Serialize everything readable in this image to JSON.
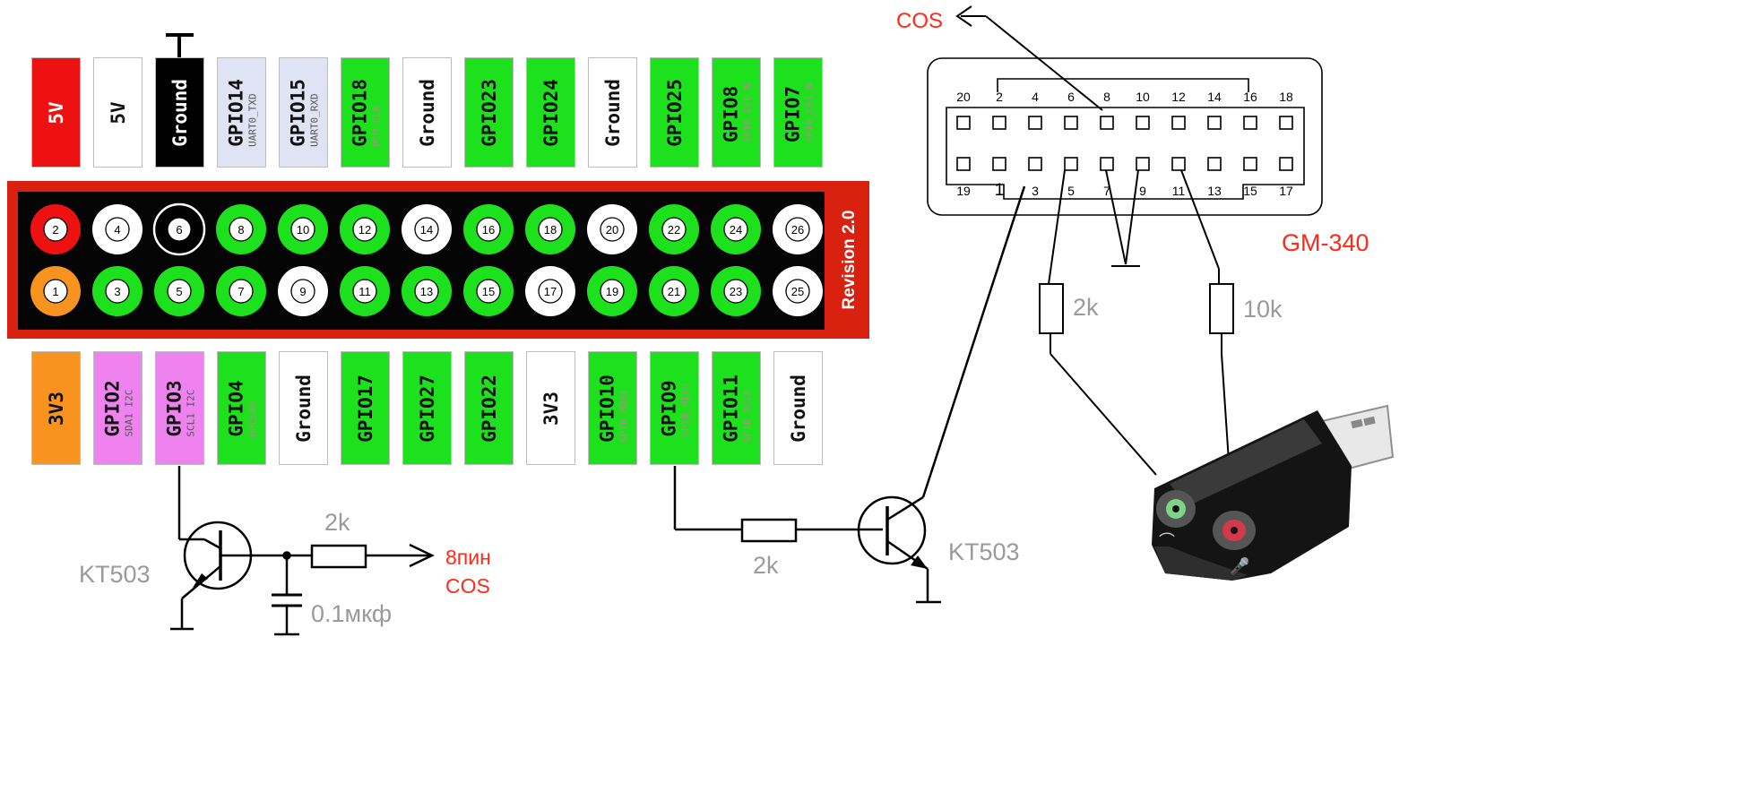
{
  "colors": {
    "green": "#1ee11e",
    "red": "#ee1111",
    "orange": "#f7931e",
    "pink": "#ee82ee",
    "lavender": "#dfe3f3",
    "white": "#ffffff",
    "black": "#000000",
    "board_red": "#d8210f",
    "board_black": "#050505",
    "annotation_red": "#ff2a1a",
    "annotation_gray": "#9a9a9a"
  },
  "header": {
    "top_labels": [
      {
        "main": "5V",
        "sub": "",
        "fill": "red"
      },
      {
        "main": "5V",
        "sub": "",
        "fill": "white"
      },
      {
        "main": "Ground",
        "sub": "",
        "fill": "black"
      },
      {
        "main": "GPIO14",
        "sub": "UART0_TXD",
        "fill": "lavender"
      },
      {
        "main": "GPIO15",
        "sub": "UART0_RXD",
        "fill": "lavender"
      },
      {
        "main": "GPIO18",
        "sub": "PCM_CLK",
        "fill": "green"
      },
      {
        "main": "Ground",
        "sub": "",
        "fill": "white"
      },
      {
        "main": "GPIO23",
        "sub": "",
        "fill": "green"
      },
      {
        "main": "GPIO24",
        "sub": "",
        "fill": "green"
      },
      {
        "main": "Ground",
        "sub": "",
        "fill": "white"
      },
      {
        "main": "GPIO25",
        "sub": "",
        "fill": "green"
      },
      {
        "main": "GPIO8",
        "sub": "SPI0_CE0_N",
        "fill": "green"
      },
      {
        "main": "GPIO7",
        "sub": "SPI0_CE1_N",
        "fill": "green"
      }
    ],
    "bottom_labels": [
      {
        "main": "3V3",
        "sub": "",
        "fill": "orange"
      },
      {
        "main": "GPIO2",
        "sub": "SDA1 I2C",
        "fill": "pink"
      },
      {
        "main": "GPIO3",
        "sub": "SCL1 I2C",
        "fill": "pink"
      },
      {
        "main": "GPIO4",
        "sub": "GPCLK0",
        "fill": "green"
      },
      {
        "main": "Ground",
        "sub": "",
        "fill": "white"
      },
      {
        "main": "GPIO17",
        "sub": "",
        "fill": "green"
      },
      {
        "main": "GPIO27",
        "sub": "",
        "fill": "green"
      },
      {
        "main": "GPIO22",
        "sub": "",
        "fill": "green"
      },
      {
        "main": "3V3",
        "sub": "",
        "fill": "white"
      },
      {
        "main": "GPIO10",
        "sub": "SPI0_MOSI",
        "fill": "green"
      },
      {
        "main": "GPIO9",
        "sub": "SPI0_MISO",
        "fill": "green"
      },
      {
        "main": "GPIO11",
        "sub": "SPI0_SCLK",
        "fill": "green"
      },
      {
        "main": "Ground",
        "sub": "",
        "fill": "white"
      }
    ],
    "top_pins": [
      {
        "n": "2",
        "ring": "red"
      },
      {
        "n": "4",
        "ring": "white"
      },
      {
        "n": "6",
        "ring": "black"
      },
      {
        "n": "8",
        "ring": "green"
      },
      {
        "n": "10",
        "ring": "green"
      },
      {
        "n": "12",
        "ring": "green"
      },
      {
        "n": "14",
        "ring": "white"
      },
      {
        "n": "16",
        "ring": "green"
      },
      {
        "n": "18",
        "ring": "green"
      },
      {
        "n": "20",
        "ring": "white"
      },
      {
        "n": "22",
        "ring": "green"
      },
      {
        "n": "24",
        "ring": "green"
      },
      {
        "n": "26",
        "ring": "white"
      }
    ],
    "bottom_pins": [
      {
        "n": "1",
        "ring": "orange"
      },
      {
        "n": "3",
        "ring": "green"
      },
      {
        "n": "5",
        "ring": "green"
      },
      {
        "n": "7",
        "ring": "green"
      },
      {
        "n": "9",
        "ring": "white"
      },
      {
        "n": "11",
        "ring": "green"
      },
      {
        "n": "13",
        "ring": "green"
      },
      {
        "n": "15",
        "ring": "green"
      },
      {
        "n": "17",
        "ring": "white"
      },
      {
        "n": "19",
        "ring": "green"
      },
      {
        "n": "21",
        "ring": "green"
      },
      {
        "n": "23",
        "ring": "green"
      },
      {
        "n": "25",
        "ring": "white"
      }
    ],
    "revision": "Revision 2.0"
  },
  "connector": {
    "name": "GM-340",
    "top_numbers": [
      "20",
      "2",
      "4",
      "6",
      "8",
      "10",
      "12",
      "14",
      "16",
      "18"
    ],
    "bottom_numbers": [
      "19",
      "1",
      "3",
      "5",
      "7",
      "9",
      "11",
      "13",
      "15",
      "17"
    ]
  },
  "circuit": {
    "cos_top": "COS",
    "left_transistor": "KT503",
    "left_resistor": "2k",
    "capacitor": "0.1мкф",
    "output_line1": "8пин",
    "output_line2": "COS",
    "right_resistor": "2k",
    "right_transistor": "KT503",
    "resistor_a": "2k",
    "resistor_b": "10k"
  }
}
